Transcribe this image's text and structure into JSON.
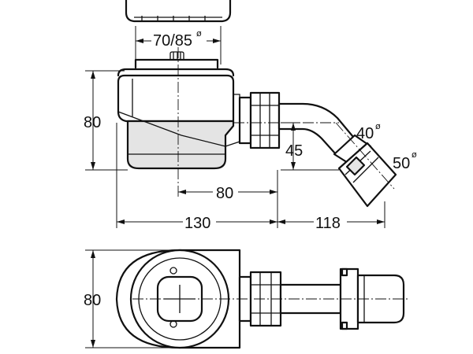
{
  "dimensions": {
    "top_diameter": {
      "value": "70/85",
      "unit_symbol": "ø"
    },
    "height_side": "80",
    "drop": "45",
    "pipe_offset": "80",
    "body_length": "130",
    "pipe_length": "118",
    "pipe_small_diameter": {
      "value": "40",
      "unit_symbol": "ø"
    },
    "pipe_large_diameter": {
      "value": "50",
      "unit_symbol": "ø"
    },
    "height_top_view": "80"
  },
  "colors": {
    "line": "#111111",
    "background": "#ffffff",
    "shade": "#e4e4e4"
  }
}
